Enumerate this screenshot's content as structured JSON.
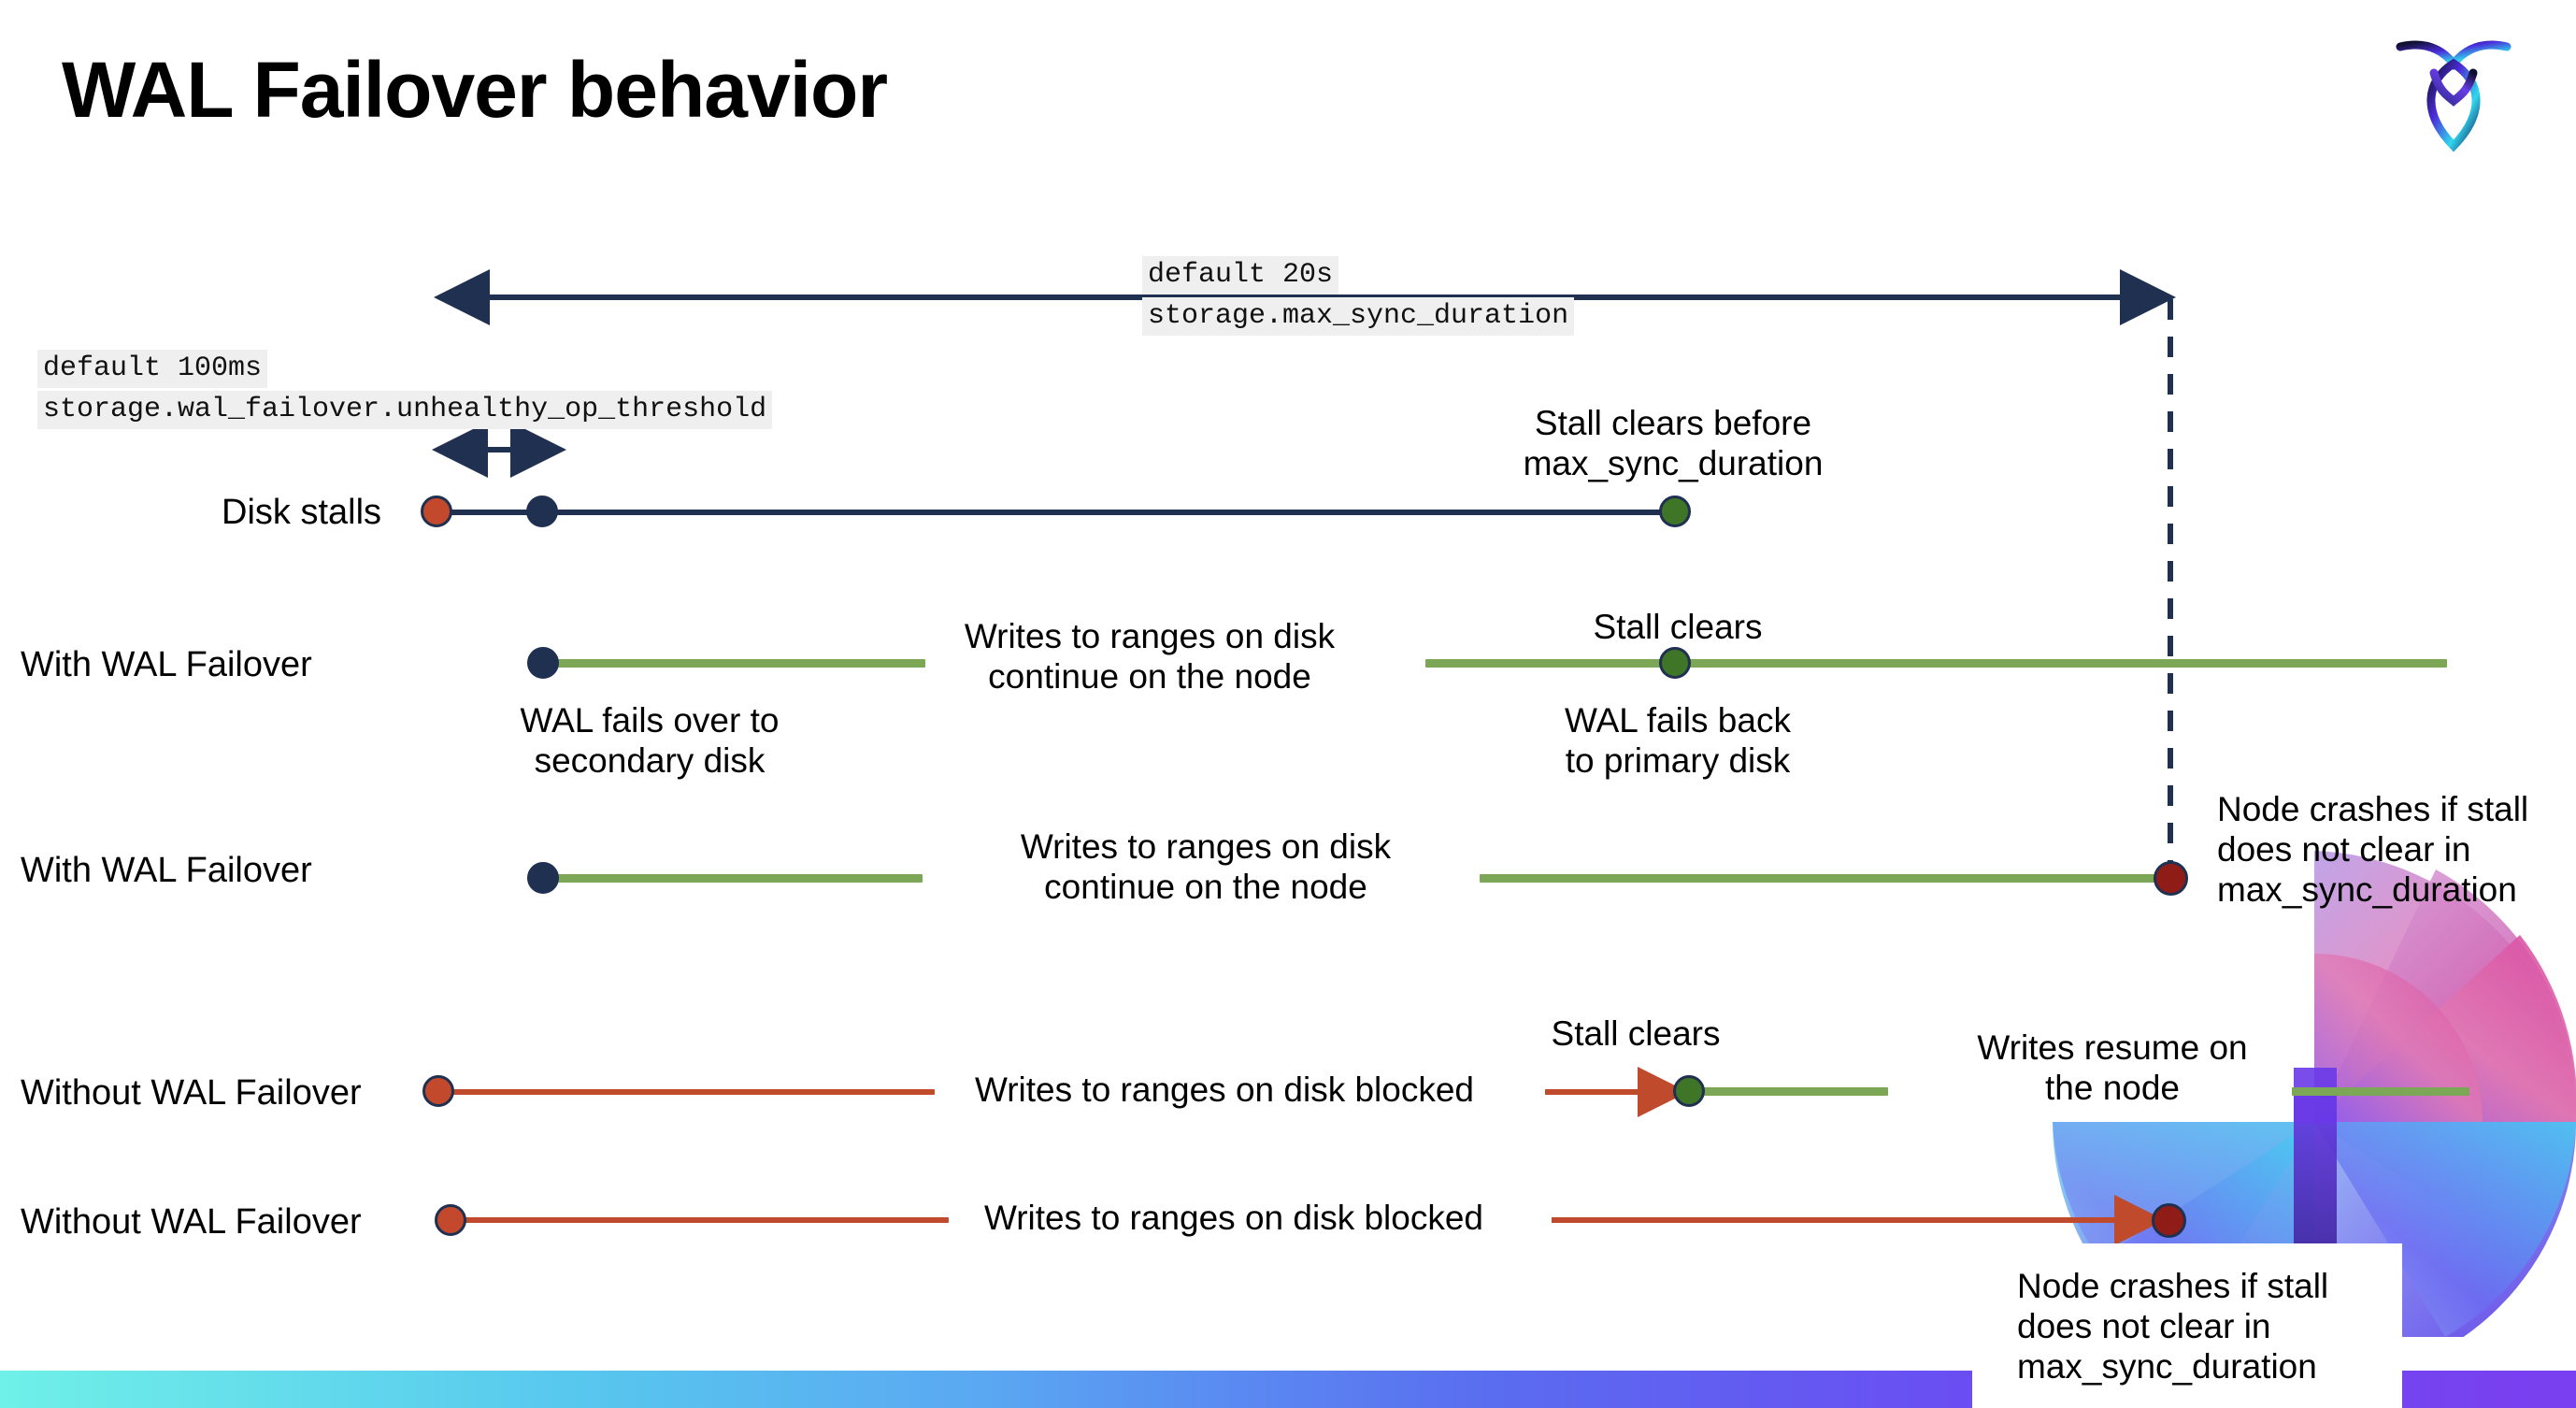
{
  "slide": {
    "title": "WAL Failover behavior",
    "logo_name": "cockroachdb-logo"
  },
  "settings": {
    "max_sync_duration": {
      "default_label": "default 20s",
      "setting_name": "storage.max_sync_duration"
    },
    "unhealthy_op_threshold": {
      "default_label": "default 100ms",
      "setting_name": "storage.wal_failover.unhealthy_op_threshold"
    }
  },
  "rows": [
    {
      "id": "disk-stalls",
      "label": "Disk stalls",
      "annotation": "Stall clears before\nmax_sync_duration"
    },
    {
      "id": "with-wal-failover-clears",
      "label": "With WAL Failover",
      "annotation_start": "WAL fails over to\nsecondary disk",
      "annotation_mid": "Writes to ranges on disk\ncontinue on the node",
      "annotation_event": "Stall clears",
      "annotation_end": "WAL fails  back\nto primary disk"
    },
    {
      "id": "with-wal-failover-crash",
      "label": "With WAL Failover",
      "annotation_mid": "Writes to ranges on disk\ncontinue on the node",
      "annotation_end": "Node crashes if stall\ndoes not clear in\nmax_sync_duration"
    },
    {
      "id": "without-wal-failover-clears",
      "label": "Without WAL Failover",
      "annotation_mid": "Writes to ranges on disk  blocked",
      "annotation_event": "Stall clears",
      "annotation_end": "Writes resume on\nthe node"
    },
    {
      "id": "without-wal-failover-crash",
      "label": "Without WAL Failover",
      "annotation_mid": "Writes to ranges on disk  blocked",
      "annotation_end": "Node crashes if stall\ndoes not clear in\nmax_sync_duration"
    }
  ],
  "colors": {
    "navy": "#1f3050",
    "red_dot": "#c2492b",
    "dark_red_dot": "#8f1c16",
    "green_dot": "#3e7527",
    "green_line": "#7ba757",
    "red_line": "#bf4a2c",
    "code_chip_bg": "#efefef"
  }
}
